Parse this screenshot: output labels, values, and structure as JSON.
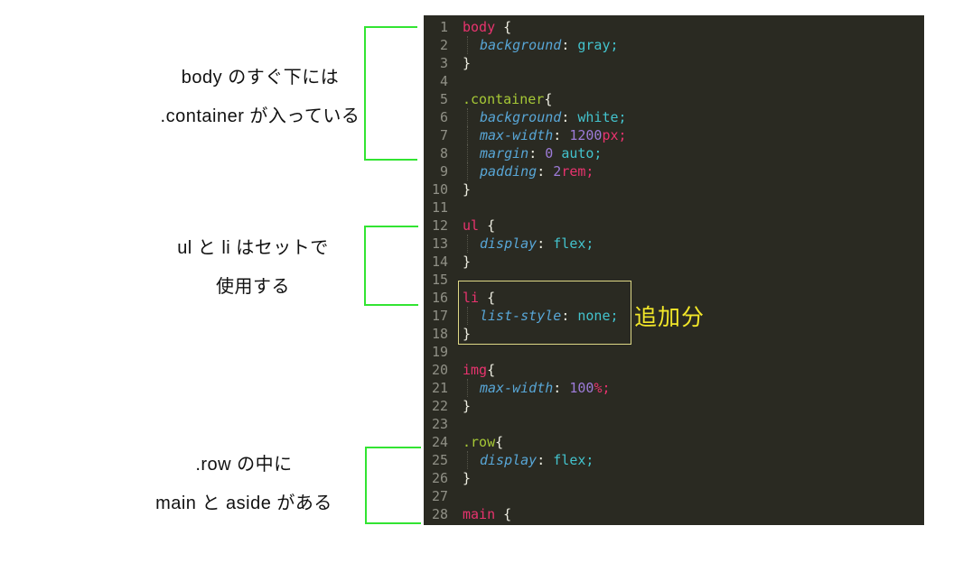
{
  "annotations": [
    {
      "lines": [
        "body のすぐ下には",
        ".container が入っている"
      ]
    },
    {
      "lines": [
        "ul と li はセットで",
        "使用する"
      ]
    },
    {
      "lines": [
        ".row の中に",
        "main と aside がある"
      ]
    }
  ],
  "editor": {
    "highlight_label": "追加分",
    "lines": [
      {
        "num": "1",
        "tokens": [
          [
            "sel",
            "body"
          ],
          [
            "pln",
            " {"
          ]
        ]
      },
      {
        "num": "2",
        "tokens": [
          [
            "ind",
            ""
          ],
          [
            "prop",
            "background"
          ],
          [
            "pln",
            ": "
          ],
          [
            "val",
            "gray;"
          ]
        ]
      },
      {
        "num": "3",
        "tokens": [
          [
            "pln",
            "}"
          ]
        ]
      },
      {
        "num": "4",
        "tokens": []
      },
      {
        "num": "5",
        "tokens": [
          [
            "cls",
            ".container"
          ],
          [
            "pln",
            "{"
          ]
        ]
      },
      {
        "num": "6",
        "tokens": [
          [
            "ind",
            ""
          ],
          [
            "prop",
            "background"
          ],
          [
            "pln",
            ": "
          ],
          [
            "val",
            "white;"
          ]
        ]
      },
      {
        "num": "7",
        "tokens": [
          [
            "ind",
            ""
          ],
          [
            "prop",
            "max-width"
          ],
          [
            "pln",
            ": "
          ],
          [
            "num",
            "1200"
          ],
          [
            "unit",
            "px;"
          ]
        ]
      },
      {
        "num": "8",
        "tokens": [
          [
            "ind",
            ""
          ],
          [
            "prop",
            "margin"
          ],
          [
            "pln",
            ": "
          ],
          [
            "num",
            "0"
          ],
          [
            "pln",
            " "
          ],
          [
            "val",
            "auto;"
          ]
        ]
      },
      {
        "num": "9",
        "tokens": [
          [
            "ind",
            ""
          ],
          [
            "prop",
            "padding"
          ],
          [
            "pln",
            ": "
          ],
          [
            "num",
            "2"
          ],
          [
            "unit",
            "rem;"
          ]
        ]
      },
      {
        "num": "10",
        "tokens": [
          [
            "pln",
            "}"
          ]
        ]
      },
      {
        "num": "11",
        "tokens": []
      },
      {
        "num": "12",
        "tokens": [
          [
            "sel",
            "ul"
          ],
          [
            "pln",
            " {"
          ]
        ]
      },
      {
        "num": "13",
        "tokens": [
          [
            "ind",
            ""
          ],
          [
            "prop",
            "display"
          ],
          [
            "pln",
            ": "
          ],
          [
            "val",
            "flex;"
          ]
        ]
      },
      {
        "num": "14",
        "tokens": [
          [
            "pln",
            "}"
          ]
        ]
      },
      {
        "num": "15",
        "tokens": []
      },
      {
        "num": "16",
        "tokens": [
          [
            "sel",
            "li"
          ],
          [
            "pln",
            " {"
          ]
        ]
      },
      {
        "num": "17",
        "tokens": [
          [
            "ind",
            ""
          ],
          [
            "prop",
            "list-style"
          ],
          [
            "pln",
            ": "
          ],
          [
            "val",
            "none;"
          ]
        ]
      },
      {
        "num": "18",
        "tokens": [
          [
            "pln",
            "}"
          ]
        ]
      },
      {
        "num": "19",
        "tokens": []
      },
      {
        "num": "20",
        "tokens": [
          [
            "sel",
            "img"
          ],
          [
            "pln",
            "{"
          ]
        ]
      },
      {
        "num": "21",
        "tokens": [
          [
            "ind",
            ""
          ],
          [
            "prop",
            "max-width"
          ],
          [
            "pln",
            ": "
          ],
          [
            "num",
            "100"
          ],
          [
            "unit",
            "%;"
          ]
        ]
      },
      {
        "num": "22",
        "tokens": [
          [
            "pln",
            "}"
          ]
        ]
      },
      {
        "num": "23",
        "tokens": []
      },
      {
        "num": "24",
        "tokens": [
          [
            "cls",
            ".row"
          ],
          [
            "pln",
            "{"
          ]
        ]
      },
      {
        "num": "25",
        "tokens": [
          [
            "ind",
            ""
          ],
          [
            "prop",
            "display"
          ],
          [
            "pln",
            ": "
          ],
          [
            "val",
            "flex;"
          ]
        ]
      },
      {
        "num": "26",
        "tokens": [
          [
            "pln",
            "}"
          ]
        ]
      },
      {
        "num": "27",
        "tokens": []
      },
      {
        "num": "28",
        "tokens": [
          [
            "sel",
            "main"
          ],
          [
            "pln",
            " {"
          ]
        ]
      }
    ]
  },
  "colors": {
    "bracket_green": "#32e432",
    "highlight_yellow": "#f2e729",
    "editor_bg": "#2a2a22",
    "selector_pink": "#e8336e",
    "class_green": "#a6c836",
    "property_blue": "#58a6d6",
    "value_cyan": "#43c3cd",
    "number_purple": "#9d7bd8"
  }
}
